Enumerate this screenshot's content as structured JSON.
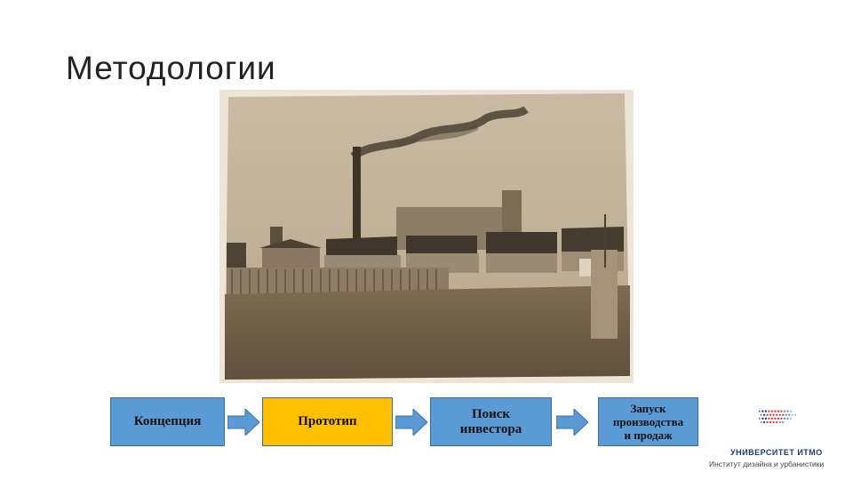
{
  "slide": {
    "title": "Методологии"
  },
  "process": {
    "steps": [
      {
        "label": "Концепция",
        "color": "#5b9bd5"
      },
      {
        "label": "Прототип",
        "color": "#ffc000"
      },
      {
        "label_lines": [
          "Поиск",
          "инвестора"
        ],
        "color": "#5b9bd5"
      },
      {
        "label_lines": [
          "Запуск",
          "производства",
          "и продаж"
        ],
        "color": "#5b9bd5"
      }
    ],
    "arrow_color": "#5b9bd5"
  },
  "logo": {
    "name": "УНИВЕРСИТЕТ ИТМО",
    "subtitle": "Институт дизайна и урбанистики",
    "dot_colors": [
      "#1f3a73",
      "#e53935",
      "#5b9bd5"
    ]
  },
  "icons": {
    "photo": "factory-photo",
    "arrow": "right-arrow-icon"
  }
}
